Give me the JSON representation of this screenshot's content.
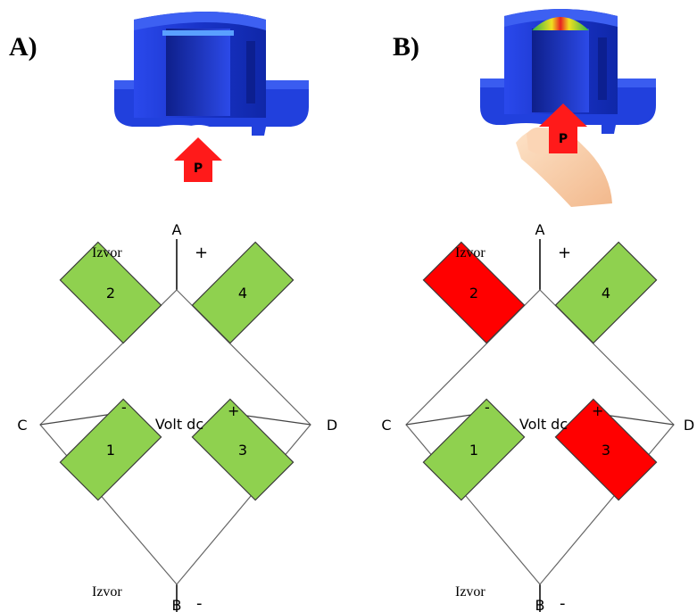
{
  "panels": [
    {
      "label": "A)",
      "force_label": "P",
      "supply_label_top": "Izvor",
      "supply_label_bottom": "Izvor",
      "node_a": "A",
      "node_b": "B",
      "node_c": "C",
      "node_d": "D",
      "plus_top": "+",
      "minus_bottom": "-",
      "meter_minus": "-",
      "meter_plus": "+",
      "meter_label": "Volt dc",
      "gauges": [
        {
          "id": "2",
          "state": "normal"
        },
        {
          "id": "4",
          "state": "normal"
        },
        {
          "id": "1",
          "state": "normal"
        },
        {
          "id": "3",
          "state": "normal"
        }
      ]
    },
    {
      "label": "B)",
      "force_label": "P",
      "supply_label_top": "Izvor",
      "supply_label_bottom": "Izvor",
      "node_a": "A",
      "node_b": "B",
      "node_c": "C",
      "node_d": "D",
      "plus_top": "+",
      "minus_bottom": "-",
      "meter_minus": "-",
      "meter_plus": "+",
      "meter_label": "Volt dc",
      "gauges": [
        {
          "id": "2",
          "state": "strained"
        },
        {
          "id": "4",
          "state": "normal"
        },
        {
          "id": "1",
          "state": "normal"
        },
        {
          "id": "3",
          "state": "strained"
        }
      ]
    }
  ],
  "colors": {
    "normal": "#8fd14f",
    "strained": "#ff0000",
    "cylinder_blue": "#1f3fd6",
    "arrow_red": "#ff1a1a"
  }
}
